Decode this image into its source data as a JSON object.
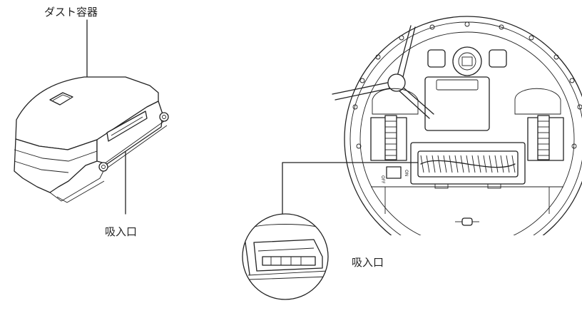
{
  "labels": {
    "dust_container": "ダスト容器",
    "inlet_left": "吸入口",
    "inlet_right": "吸入口"
  },
  "switch_labels": {
    "off": "OFF",
    "on": "ON"
  },
  "colors": {
    "line": "#222222",
    "background": "#ffffff"
  }
}
